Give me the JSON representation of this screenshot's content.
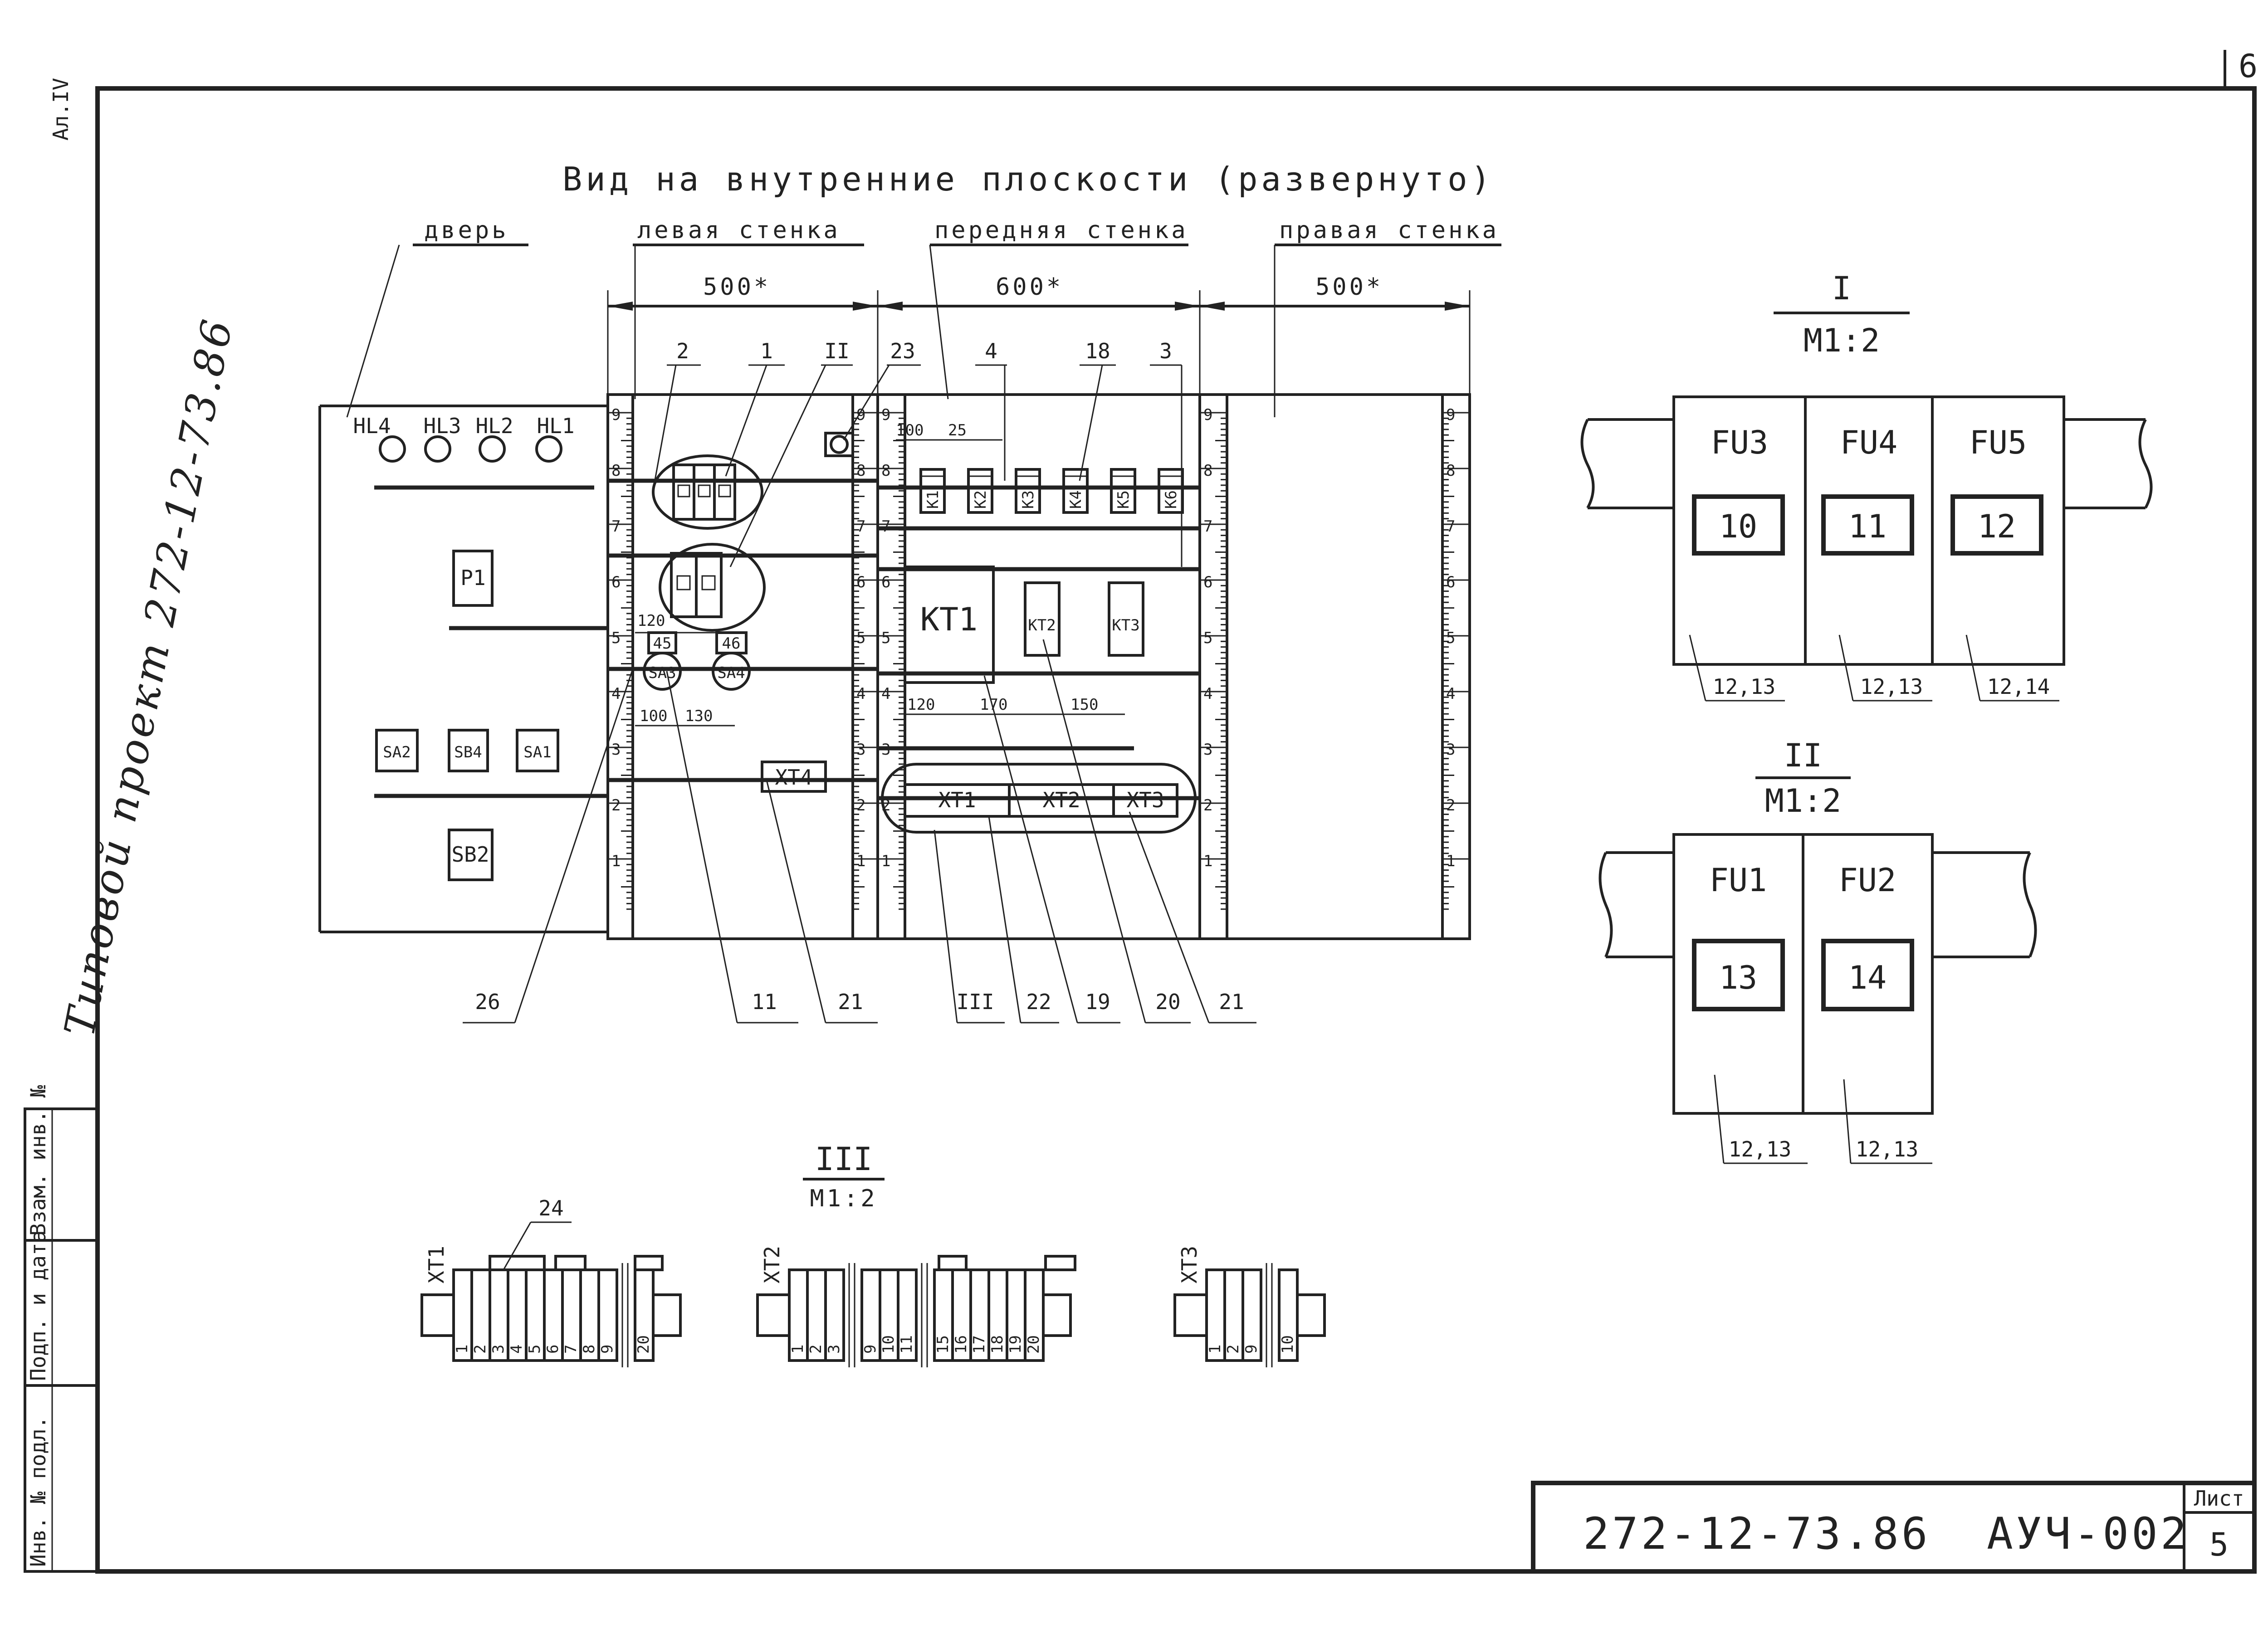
{
  "corner": {
    "sheet_marker": "6",
    "album": "Ал.IV"
  },
  "side_title": "Типовой проект 272-12-73.86",
  "title": "Вид на внутренние плоскости (развернуто)",
  "walls": {
    "door": "дверь",
    "left": "левая стенка",
    "front": "передняя стенка",
    "right": "правая стенка"
  },
  "dims": {
    "left": "500*",
    "front": "600*",
    "right": "500*"
  },
  "door": {
    "lamps": [
      "HL4",
      "HL3",
      "HL2",
      "HL1"
    ],
    "p1": "P1",
    "switches": [
      "SA2",
      "SB4",
      "SA1"
    ],
    "sb2": "SB2"
  },
  "left_wall": {
    "roman": "II",
    "sa3": "SA3",
    "sa4": "SA4",
    "xt4": "XT4",
    "tag45": "45",
    "tag46": "46",
    "dim120": "120",
    "dim100": "100",
    "dim130": "130"
  },
  "front_wall": {
    "relays": [
      "K1",
      "K2",
      "K3",
      "K4",
      "K5",
      "K6"
    ],
    "timers": [
      "KT1",
      "KT2",
      "KT3"
    ],
    "terminals": [
      "XT1",
      "XT2",
      "XT3"
    ],
    "dim100": "100",
    "dim25": "25",
    "dim120": "120",
    "dim170": "170",
    "dim150": "150"
  },
  "scale_numbers": [
    "9",
    "8",
    "7",
    "6",
    "5",
    "4",
    "3",
    "2",
    "1"
  ],
  "callouts_top": [
    "2",
    "1",
    "II",
    "23",
    "4",
    "18",
    "3"
  ],
  "callouts_bottom": [
    "26",
    "11",
    "21",
    "III",
    "22",
    "19",
    "20",
    "21"
  ],
  "detail_I": {
    "roman": "I",
    "scale": "М1:2",
    "fuses": [
      {
        "name": "FU3",
        "number": "10",
        "ref": "12,13"
      },
      {
        "name": "FU4",
        "number": "11",
        "ref": "12,13"
      },
      {
        "name": "FU5",
        "number": "12",
        "ref": "12,14"
      }
    ]
  },
  "detail_II": {
    "roman": "II",
    "scale": "М1:2",
    "fuses": [
      {
        "name": "FU1",
        "number": "13",
        "ref": "12,13"
      },
      {
        "name": "FU2",
        "number": "14",
        "ref": "12,13"
      }
    ]
  },
  "detail_III": {
    "roman": "III",
    "scale": "М1:2",
    "callout": "24",
    "groups": [
      {
        "label": "XT1",
        "cells": [
          "1",
          "2",
          "3",
          "4",
          "5",
          "6",
          "7",
          "8",
          "9",
          "20"
        ]
      },
      {
        "label": "XT2",
        "cells": [
          "1",
          "2",
          "3",
          "9",
          "10",
          "11",
          "15",
          "16",
          "17",
          "18",
          "19",
          "20"
        ]
      },
      {
        "label": "XT3",
        "cells": [
          "1",
          "2",
          "9",
          "10"
        ]
      }
    ]
  },
  "stamp_labels": [
    "Инв. № подл.",
    "Подп. и дата",
    "Взам. инв. №"
  ],
  "title_block": {
    "code": "272-12-73.86",
    "doc": "АУЧ-002",
    "sheet_label": "Лист",
    "sheet": "5"
  }
}
